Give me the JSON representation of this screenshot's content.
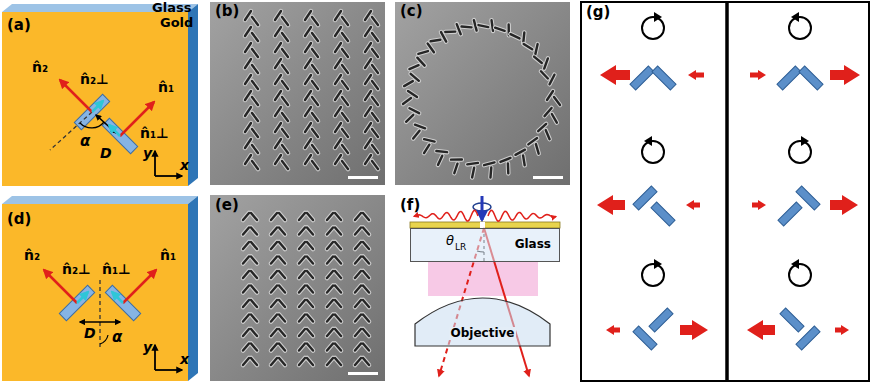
{
  "diagram": {
    "nodes": [
      {
        "text": [
          "Glass"
        ]
      },
      {
        "text": [
          "Objective"
        ]
      }
    ],
    "labels": [
      "Glass",
      "Gold",
      "(a)",
      "n̂₂",
      "n̂₂⊥",
      "n̂₁",
      "n̂₁⊥",
      "α",
      "D",
      "y",
      "x",
      "(b)",
      "(c)",
      "(d)",
      "n̂₂",
      "n̂₂⊥",
      "n̂₁⊥",
      "n̂₁",
      "α",
      "D",
      "y",
      "x",
      "(e)",
      "(f)",
      "θ",
      "LR",
      "(g)"
    ]
  }
}
